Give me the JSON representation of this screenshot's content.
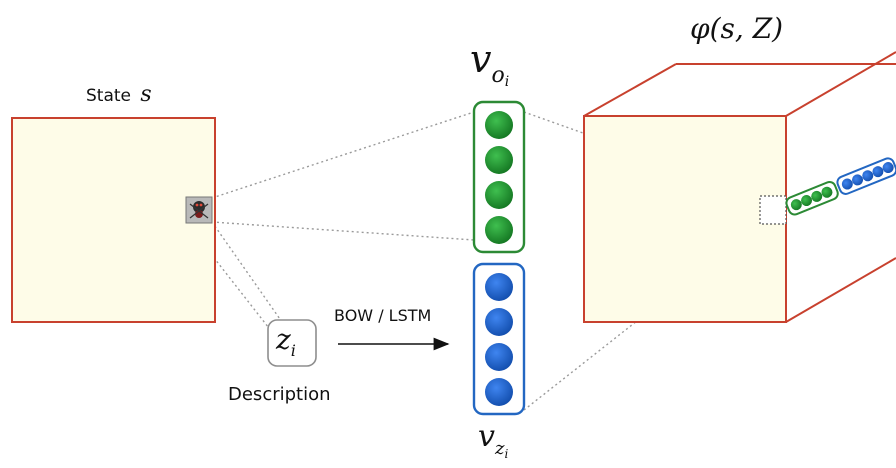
{
  "labels": {
    "state_title": "State",
    "state_var": "s",
    "description": "Description",
    "bow_lstm": "BOW / LSTM",
    "z_var": "z",
    "z_sub": "i",
    "vo_main": "v",
    "vo_sub": "o",
    "vo_subsub": "i",
    "vz_main": "v",
    "vz_sub": "z",
    "vz_subsub": "i",
    "phi": "φ(s, Z)"
  },
  "colors": {
    "box_fill": "#fefce8",
    "box_stroke": "#c8412e",
    "green": "#1e8c2e",
    "green_frame": "#2c8a35",
    "blue": "#1a5cc9",
    "blue_frame": "#2367c2",
    "dotted": "#9a9a9a"
  },
  "icons": {
    "agent": "spider-sprite-icon",
    "arrow": "right-arrow-icon"
  }
}
